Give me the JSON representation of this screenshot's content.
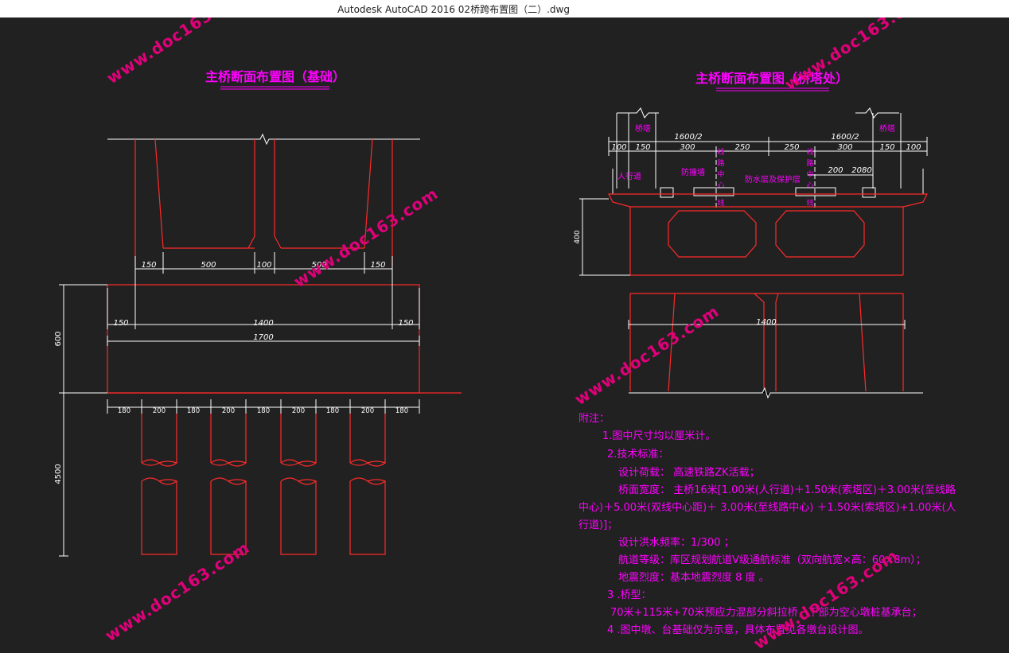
{
  "window": {
    "title": "Autodesk AutoCAD 2016     02桥跨布置图（二）.dwg"
  },
  "watermark": "www.doc163.com",
  "colors": {
    "background": "#212121",
    "geometry": "#ff0000",
    "dimension": "#ffffff",
    "text": "#ff00ff"
  },
  "left_view": {
    "title": "主桥断面布置图（基础）",
    "dims_top": [
      "150",
      "500",
      "100",
      "500",
      "150"
    ],
    "dim_1400": "1400",
    "dim_150a": "150",
    "dim_150b": "150",
    "dim_1700": "1700",
    "dim_600": "600",
    "dim_4500": "4500",
    "pile_dims": [
      "180",
      "200",
      "180",
      "200",
      "180",
      "200",
      "180",
      "200",
      "180"
    ]
  },
  "right_view": {
    "title": "主桥断面布置图（桥塔处）",
    "half_left": "1600/2",
    "half_right": "1600/2",
    "tower_left": "桥塔",
    "tower_right": "桥塔",
    "dims_left": [
      "100",
      "150",
      "300",
      "250"
    ],
    "dims_right": [
      "250",
      "300",
      "150",
      "100"
    ],
    "dim_200": "200",
    "dim_2080": "2080",
    "label_sidewalk": "人行道",
    "label_wall": "防撞墙",
    "label_waterproof": "防水层及保护层",
    "label_centerline": "线路中心线",
    "dim_400": "400",
    "dim_1400": "1400"
  },
  "notes": {
    "heading": "附注：",
    "n1": "1.图中尺寸均以厘米计。",
    "n2": "2.技术标准：",
    "n2a": "设计荷载： 高速铁路ZK活载；",
    "n2b_1": "桥面宽度： 主桥16米[1.00米(人行道)＋1.50米(索塔区)＋3.00米(至线路",
    "n2b_2": "中心)＋5.00米(双线中心距)＋ 3.00米(至线路中心) ＋1.50米(索塔区)+1.00米(人",
    "n2b_3": "行道)]；",
    "n2c": "设计洪水频率：1/300 ；",
    "n2d": "航道等级：库区规划航道Ⅴ级通航标准（双向航宽×高：60×8m）；",
    "n2e": "地震烈度：基本地震烈度 8 度 。",
    "n3": "3 .桥型：",
    "n3a": "70米+115米+70米预应力混部分斜拉桥，下部为空心墩桩基承台；",
    "n4": "4 .图中墩、台基础仅为示意，具体布置见各墩台设计图。"
  }
}
